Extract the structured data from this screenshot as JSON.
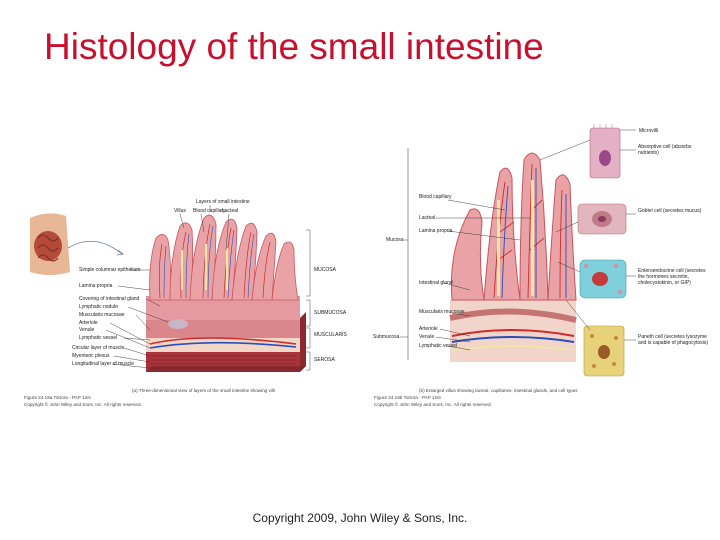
{
  "slide": {
    "title": "Histology of the small intestine",
    "copyright": "Copyright 2009, John Wiley & Sons, Inc."
  },
  "colors": {
    "title": "#c8102e",
    "villus": "#e9a3a7",
    "villus_dark": "#c9545b",
    "artery": "#d12a2a",
    "vein": "#2a4fb8",
    "lacteal": "#f0e6a2",
    "muscle": "#a8333a",
    "cyan_cell": "#7fd0dc",
    "yellow_cell": "#e7d27a"
  },
  "figure_a": {
    "header": "Layers of small intestine",
    "top_labels": [
      "Villus",
      "Blood capillary",
      "Lacteal"
    ],
    "left_labels": [
      "Simple columnar epithelium",
      "Lamina propria",
      "Covering of intestinal gland",
      "Lymphatic nodule",
      "Muscularis mucosae",
      "Arteriole",
      "Venule",
      "Lymphatic vessel",
      "Circular layer of muscle",
      "Myenteric plexus",
      "Longitudinal layer of muscle"
    ],
    "layer_labels": [
      "MUCOSA",
      "SUBMUCOSA",
      "MUSCULARIS",
      "SEROSA"
    ],
    "caption": "(a) Three-dimensional view of layers of the small intestine showing villi",
    "credit_1": "Figure 24.19a Tortora - PAP 12/e",
    "credit_2": "Copyright © John Wiley and Sons, Inc. All rights reserved."
  },
  "figure_b": {
    "left_labels": [
      "Mucosa",
      "Submucosa"
    ],
    "inner_labels": [
      "Blood capillary",
      "Lacteal",
      "Lamina propria",
      "Intestinal gland",
      "Muscularis mucosae",
      "Arteriole",
      "Venule",
      "Lymphatic vessel"
    ],
    "cell_labels": [
      "Microvilli",
      "Absorptive cell (absorbs nutrients)",
      "Goblet cell (secretes mucus)",
      "Enteroendocrine cell (secretes the hormones secretin, cholecystokinin, or GIP)",
      "Paneth cell (secretes lysozyme and is capable of phagocytosis)"
    ],
    "caption": "(b) Enlarged villus showing lacteal, capillaries, intestinal glands, and cell types",
    "credit_1": "Figure 24.19b Tortora - PAP 12/e",
    "credit_2": "Copyright © John Wiley and Sons, Inc. All rights reserved."
  }
}
